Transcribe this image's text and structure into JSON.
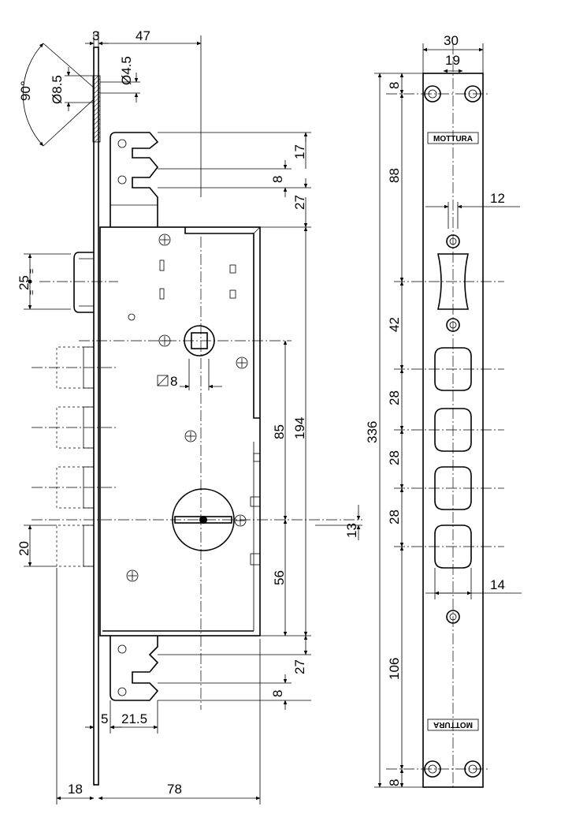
{
  "dimensions": {
    "top_3": "3",
    "top_47": "47",
    "angle_90": "90°",
    "dia_85": "Ø8.5",
    "dia_45": "Ø4.5",
    "tab_17": "17",
    "tab_8_top": "8",
    "tab_27_top": "27",
    "latch_25": "25",
    "square_8": "8",
    "spindle_85": "85",
    "body_194": "194",
    "offset_13": "13",
    "bolt_20": "20",
    "cyl_56": "56",
    "tab_27_bot": "27",
    "tab_8_bot": "8",
    "bot_5": "5",
    "bot_215": "21.5",
    "bot_18": "18",
    "bot_78": "78",
    "front_30": "30",
    "front_19": "19",
    "front_8_top": "8",
    "front_88": "88",
    "front_12": "12",
    "front_336": "336",
    "front_42": "42",
    "front_28_a": "28",
    "front_28_b": "28",
    "front_28_c": "28",
    "front_14": "14",
    "front_106": "106",
    "front_8_bot": "8",
    "eq": "="
  },
  "brand": {
    "top": "MOTTURA",
    "bottom": "MOTTURA"
  }
}
